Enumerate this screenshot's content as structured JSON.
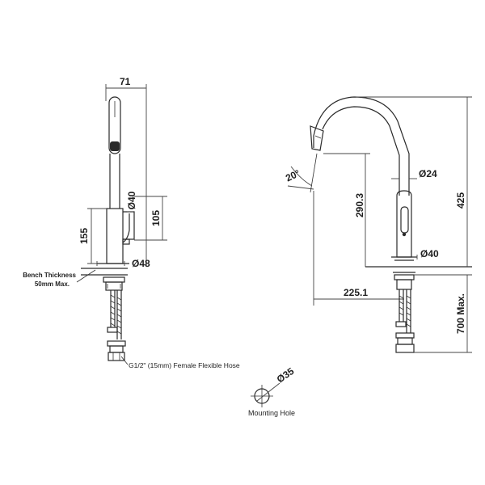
{
  "dimensions": {
    "side_width": "71",
    "side_spout_dia": "Ø40",
    "side_height_105": "105",
    "side_height_155": "155",
    "side_base_dia": "Ø48",
    "front_angle": "20°",
    "front_dia_24": "Ø24",
    "front_height_290": "290.3",
    "front_height_425": "425",
    "front_dia_40": "Ø40",
    "front_reach": "225.1",
    "front_hose_max": "700 Max."
  },
  "labels": {
    "bench_line1": "Bench Thickness",
    "bench_line2": "50mm Max.",
    "hose": "G1/2\" (15mm) Female Flexible Hose",
    "mount_dia": "Ø35",
    "mount_label": "Mounting Hole"
  }
}
